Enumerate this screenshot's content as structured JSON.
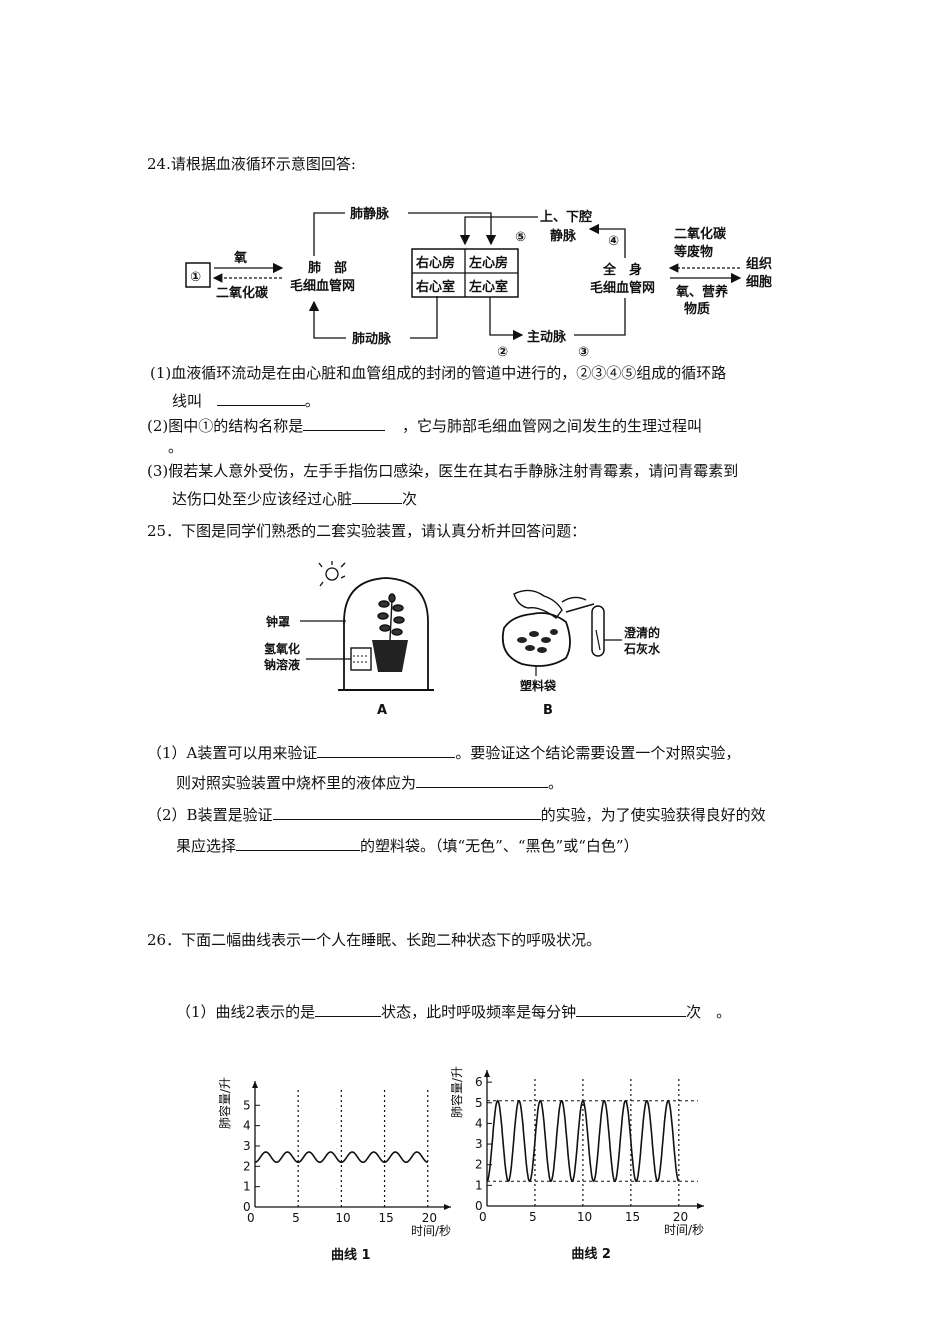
{
  "q24": {
    "title": "24.请根据血液循环示意图回答:",
    "diagram": {
      "box1": "①",
      "oxygen": "氧",
      "co2": "二氧化碳",
      "lung": "肺　部",
      "lung_cap": "毛细血管网",
      "pulm_vein": "肺静脉",
      "pulm_artery": "肺动脉",
      "ra": "右心房",
      "la": "左心房",
      "rv": "右心室",
      "lv": "左心室",
      "vena1": "上、下腔",
      "vena2": "静脉",
      "aorta": "主动脉",
      "body1": "全　身",
      "body_cap": "毛细血管网",
      "co2_waste1": "二氧化碳",
      "co2_waste2": "等废物",
      "o2_nutr1": "氧、营养",
      "o2_nutr2": "物质",
      "tissue1": "组织",
      "tissue2": "细胞",
      "n2": "②",
      "n3": "③",
      "n4": "④",
      "n5": "⑤"
    },
    "p1a": "(1)血液循环流动是在由心脏和血管组成的封闭的管道中进行的，②③④⑤组成的循环路",
    "p1b": "线叫",
    "p1c": "。",
    "p2a": "(2)图中①的结构名称是",
    "p2b": "，它与肺部毛细血管网之间发生的生理过程叫",
    "p2c": "。",
    "p3a": "(3)假若某人意外受伤，左手手指伤口感染，医生在其右手静脉注射青霉素，请问青霉素到",
    "p3b": "达伤口处至少应该经过心脏",
    "p3c": "次"
  },
  "q25": {
    "title": "25．下图是同学们熟悉的二套实验装置，请认真分析并回答问题：",
    "fig": {
      "bell": "钟罩",
      "naoh1": "氢氧化",
      "naoh2": "钠溶液",
      "lime1": "澄清的",
      "lime2": "石灰水",
      "bag": "塑料袋",
      "a": "A",
      "b": "B"
    },
    "p1a": "（1）A装置可以用来验证",
    "p1b": "。要验证这个结论需要设置一个对照实验，",
    "p1c": "则对照实验装置中烧杯里的液体应为",
    "p1d": "。",
    "p2a": "（2）B装置是验证",
    "p2b": "的实验，为了使实验获得良好的效",
    "p2c": "果应选择",
    "p2d": "的塑料袋。（填“无色”、“黑色”或“白色”）"
  },
  "q26": {
    "title": "26．下面二幅曲线表示一个人在睡眠、长跑二种状态下的呼吸状况。",
    "p1a": "（1）曲线2表示的是",
    "p1b": "状态，此时呼吸频率是每分钟",
    "p1c": "次　。"
  },
  "chart_data": [
    {
      "type": "line",
      "title": "曲线 1",
      "xlabel": "时间/秒",
      "ylabel": "肺容量/升",
      "x_ticks": [
        0,
        5,
        10,
        15,
        20
      ],
      "y_ticks": [
        0,
        1,
        2,
        3,
        4,
        5
      ],
      "xlim": [
        0,
        22
      ],
      "ylim": [
        0,
        5.8
      ],
      "series": [
        {
          "cycles": 8,
          "min": 2.2,
          "max": 2.7,
          "x_start": 0,
          "x_end": 20
        }
      ],
      "dotted_x": [
        5,
        10,
        15,
        20
      ]
    },
    {
      "type": "line",
      "title": "曲线 2",
      "xlabel": "时间/秒",
      "ylabel": "肺容量/升",
      "x_ticks": [
        0,
        5,
        10,
        15,
        20
      ],
      "y_ticks": [
        0,
        1,
        2,
        3,
        4,
        5,
        6
      ],
      "xlim": [
        0,
        22
      ],
      "ylim": [
        0,
        6.2
      ],
      "series": [
        {
          "cycles": 9,
          "min": 1.2,
          "max": 5.1,
          "x_start": 0,
          "x_end": 20
        }
      ],
      "dotted_x": [
        5,
        10,
        15,
        20
      ],
      "dashed_y": [
        1.2,
        5.1
      ]
    }
  ]
}
